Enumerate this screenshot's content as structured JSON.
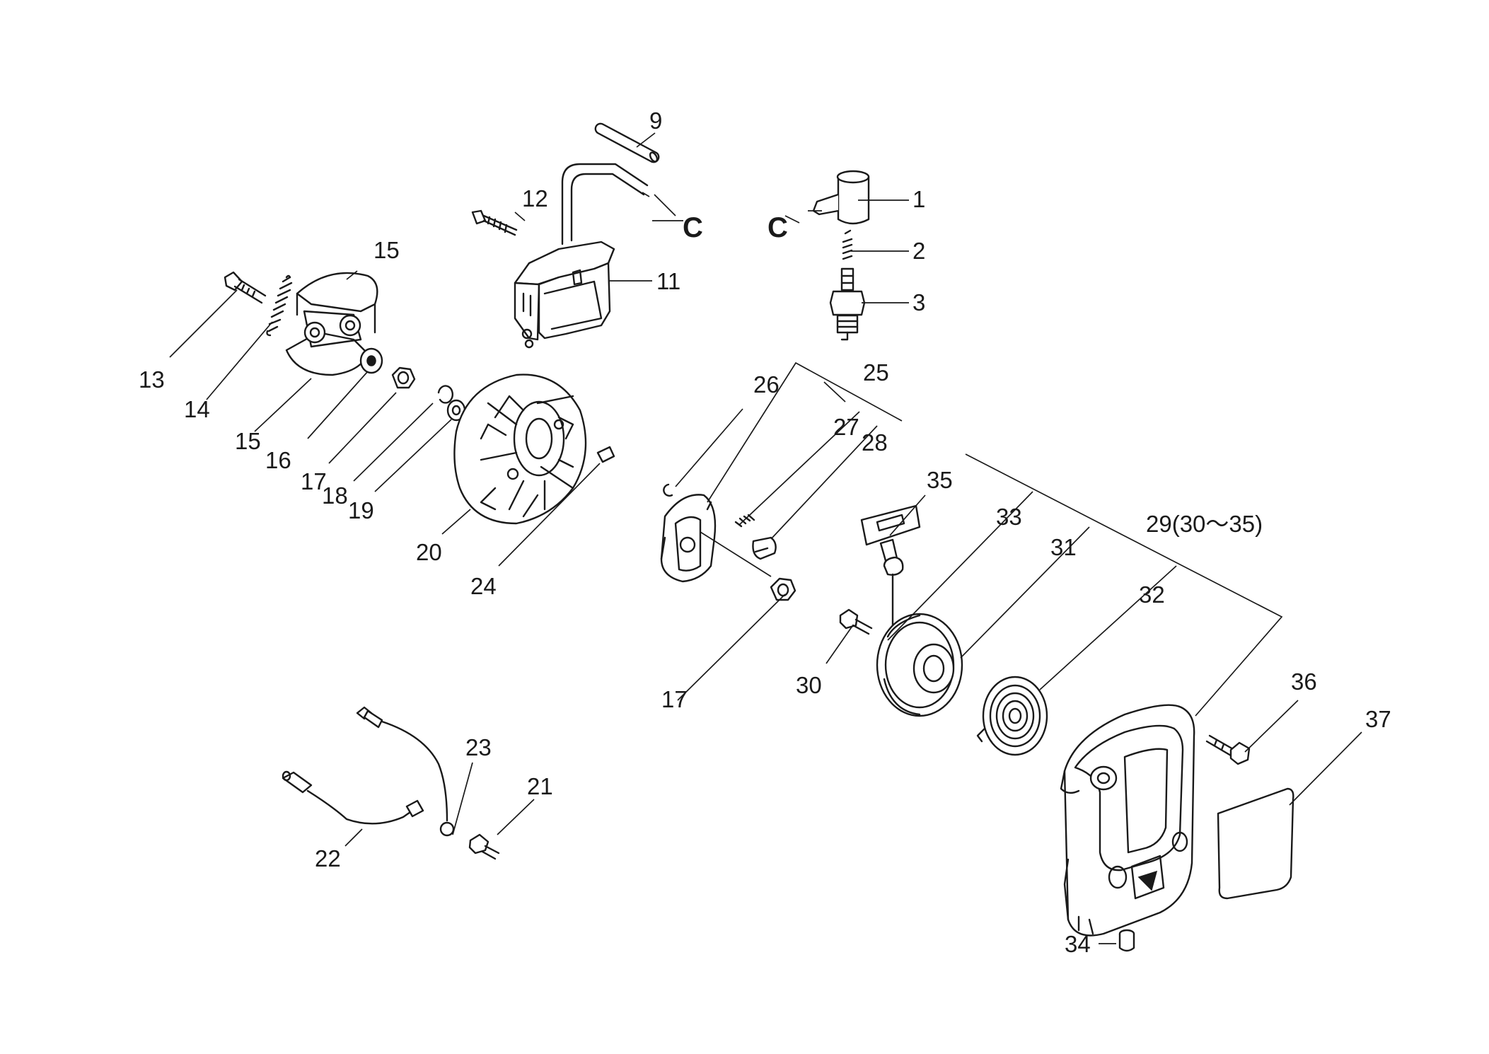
{
  "callouts": {
    "p1": "1",
    "p2": "2",
    "p3": "3",
    "p9": "9",
    "p11": "11",
    "p12": "12",
    "p13": "13",
    "p14": "14",
    "p15a": "15",
    "p15b": "15",
    "p16": "16",
    "p17a": "17",
    "p17b": "17",
    "p18": "18",
    "p19": "19",
    "p20": "20",
    "p21": "21",
    "p22": "22",
    "p23": "23",
    "p24": "24",
    "p25": "25",
    "p26": "26",
    "p27": "27",
    "p28": "28",
    "p29": "29(30～35)",
    "p30": "30",
    "p31": "31",
    "p32": "32",
    "p33": "33",
    "p34": "34",
    "p35": "35",
    "p36": "36",
    "p37": "37",
    "c_left": "C",
    "c_right": "C"
  }
}
